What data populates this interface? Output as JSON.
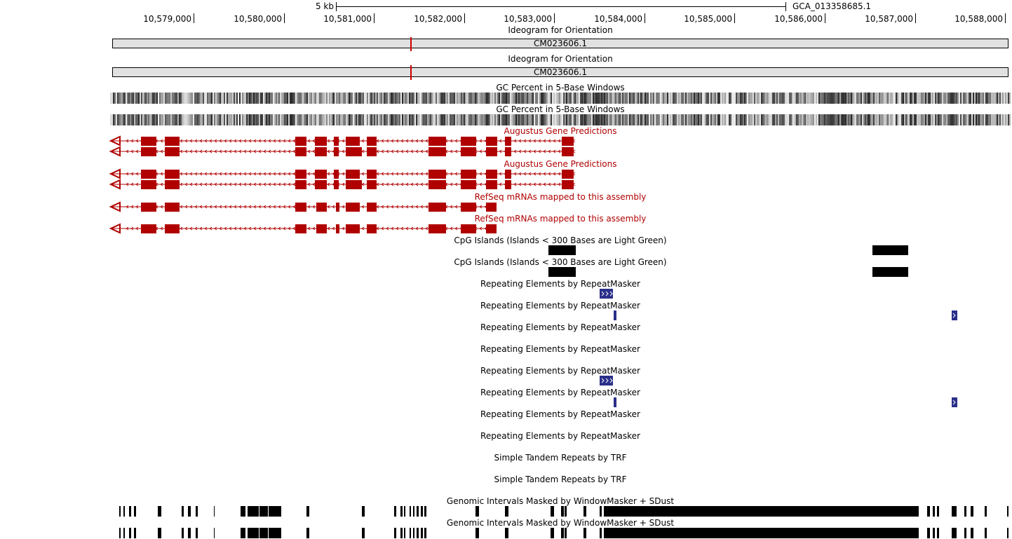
{
  "ruler": {
    "scale_label": "5 kb",
    "assembly": "GCA_013358685.1",
    "ticks": [
      "10,579,000",
      "10,580,000",
      "10,581,000",
      "10,582,000",
      "10,583,000",
      "10,584,000",
      "10,585,000",
      "10,586,000",
      "10,587,000",
      "10,588,000"
    ]
  },
  "tracks": {
    "ideogram": {
      "title": "Ideogram for Orientation",
      "chrom": "CM023606.1"
    },
    "gc": {
      "title": "GC Percent in 5-Base Windows"
    },
    "augustus": {
      "title": "Augustus Gene Predictions",
      "color": "#b00000"
    },
    "refseq": {
      "title": "RefSeq mRNAs mapped to this assembly",
      "color": "#b00000"
    },
    "cpg": {
      "title": "CpG Islands (Islands < 300 Bases are Light Green)"
    },
    "repeatmasker": {
      "title": "Repeating Elements by RepeatMasker",
      "color": "#2a2f8a"
    },
    "trf": {
      "title": "Simple Tandem Repeats by TRF"
    },
    "windowmasker": {
      "title": "Genomic Intervals Masked by WindowMasker + SDust"
    }
  }
}
